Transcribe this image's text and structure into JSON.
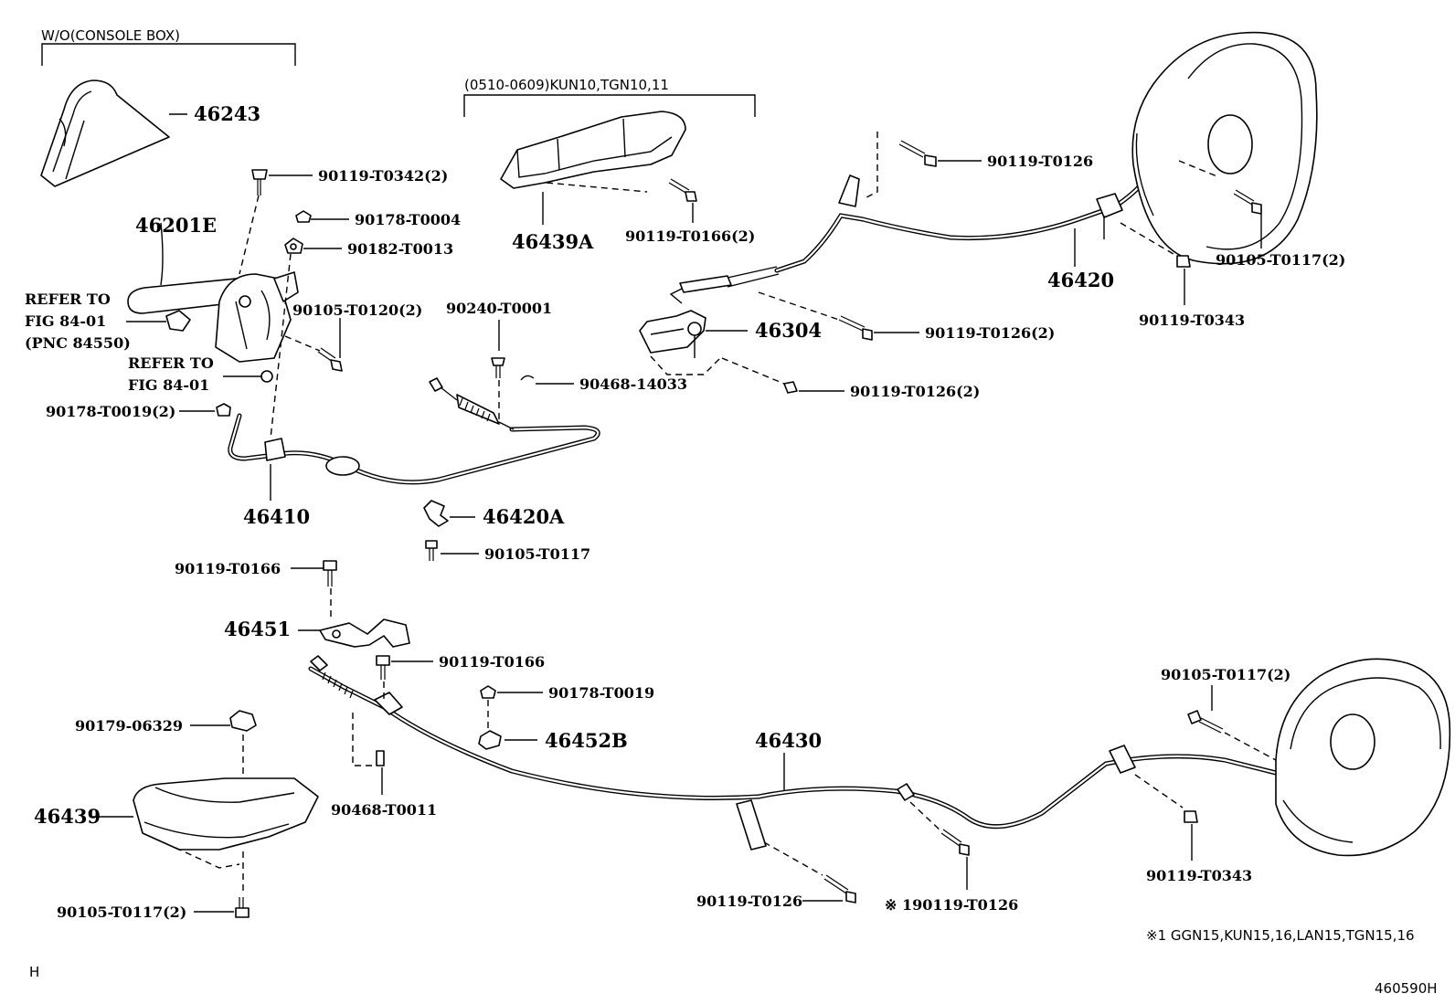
{
  "groups": {
    "console": "W/O(CONSOLE BOX)",
    "model_range": "(0510-0609)KUN10,TGN10,11"
  },
  "parts": {
    "p46243": "46243",
    "p46201E": "46201E",
    "p46439A": "46439A",
    "p46420": "46420",
    "p46304": "46304",
    "p46410": "46410",
    "p46420A": "46420A",
    "p46451": "46451",
    "p46452B": "46452B",
    "p46430": "46430",
    "p46439": "46439"
  },
  "fasteners": {
    "f90119_T0342": "90119-T0342(2)",
    "f90178_T0004": "90178-T0004",
    "f90182_T0013": "90182-T0013",
    "f90105_T0120": "90105-T0120(2)",
    "f90240_T0001": "90240-T0001",
    "f90468_14033": "90468-14033",
    "f90178_T0019_2": "90178-T0019(2)",
    "f90119_T0166_2": "90119-T0166(2)",
    "f90119_T0126_top": "90119-T0126",
    "f90105_T0117_2_top": "90105-T0117(2)",
    "f90119_T0343_top": "90119-T0343",
    "f90119_T0126_2a": "90119-T0126(2)",
    "f90119_T0126_2b": "90119-T0126(2)",
    "f90105_T0117_mid": "90105-T0117",
    "f90119_T0166_a": "90119-T0166",
    "f90119_T0166_b": "90119-T0166",
    "f90178_T0019": "90178-T0019",
    "f90179_06329": "90179-06329",
    "f90468_T0011": "90468-T0011",
    "f90105_T0117_2_bot": "90105-T0117(2)",
    "f90105_T0117_2_right": "90105-T0117(2)",
    "f90119_T0343_bot": "90119-T0343",
    "f90119_T0126_bot": "90119-T0126",
    "f190119_T0126": "※ 190119-T0126"
  },
  "refs": {
    "refer1_line1": "REFER TO",
    "refer1_line2": "FIG 84-01",
    "refer1_line3": "(PNC 84550)",
    "refer2_line1": "REFER TO",
    "refer2_line2": "FIG 84-01"
  },
  "notes": {
    "applicability": "※1 GGN15,KUN15,16,LAN15,TGN15,16",
    "corner_mark": "H",
    "diagram_code": "460590H"
  }
}
